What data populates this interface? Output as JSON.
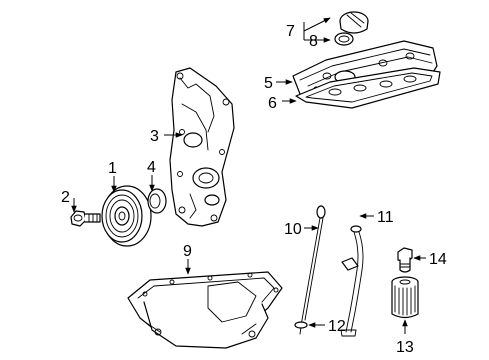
{
  "callouts": {
    "c1": "1",
    "c2": "2",
    "c3": "3",
    "c4": "4",
    "c5": "5",
    "c6": "6",
    "c7": "7",
    "c8": "8",
    "c9": "9",
    "c10": "10",
    "c11": "11",
    "c12": "12",
    "c13": "13",
    "c14": "14"
  },
  "colors": {
    "line": "#000000",
    "background": "#ffffff"
  }
}
